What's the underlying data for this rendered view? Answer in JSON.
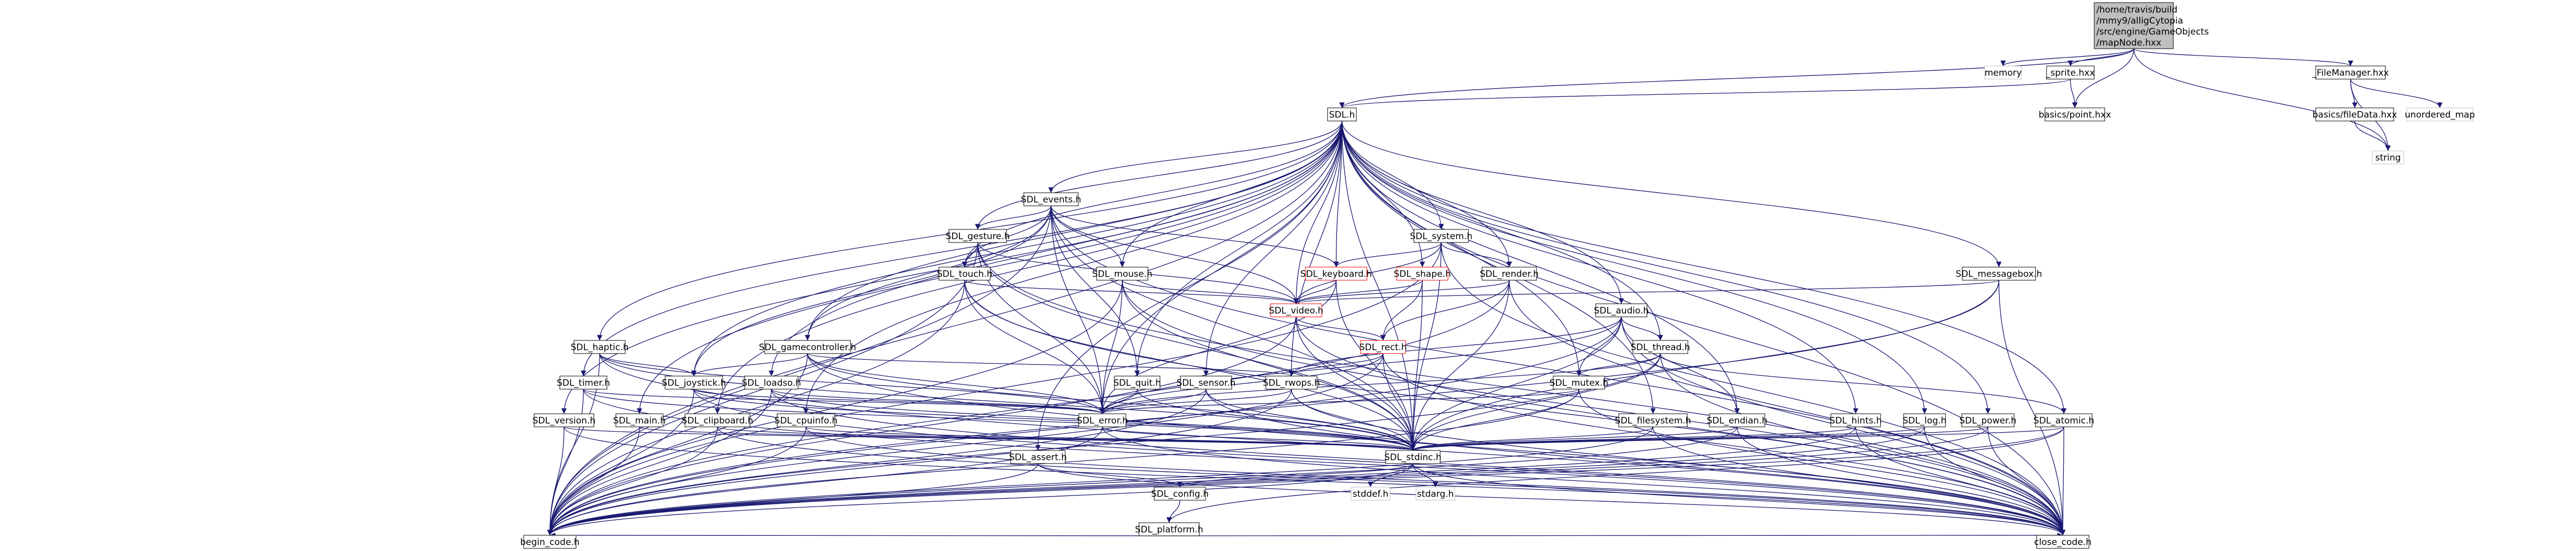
{
  "graph": {
    "colors": {
      "edge": "#191970",
      "root_fill": "#bfbfbf",
      "node_border": "#000000",
      "external_border": "#bfbfbf",
      "truncated_border": "#ff0000"
    },
    "nodes": [
      {
        "id": "root",
        "label": "/home/travis/build/mmy9/alligCytopia/src/engine/GameObjects/mapNode.hxx",
        "kind": "root",
        "lines": [
          "/home/travis/build",
          "/mmy9/alligCytopia",
          "/src/engine/GameObjects",
          "/mapNode.hxx"
        ]
      },
      {
        "id": "memory",
        "label": "memory",
        "kind": "grey"
      },
      {
        "id": "sprite",
        "label": "_sprite.hxx",
        "kind": "normal"
      },
      {
        "id": "filemanager",
        "label": "_FileManager.hxx",
        "kind": "normal"
      },
      {
        "id": "sdl",
        "label": "SDL.h",
        "kind": "normal"
      },
      {
        "id": "basicspoint",
        "label": "basics/point.hxx",
        "kind": "normal"
      },
      {
        "id": "basicsfiledata",
        "label": "basics/fileData.hxx",
        "kind": "normal"
      },
      {
        "id": "unordered_map",
        "label": "unordered_map",
        "kind": "grey"
      },
      {
        "id": "string",
        "label": "string",
        "kind": "grey"
      },
      {
        "id": "events",
        "label": "SDL_events.h",
        "kind": "normal"
      },
      {
        "id": "gesture",
        "label": "SDL_gesture.h",
        "kind": "normal"
      },
      {
        "id": "system",
        "label": "SDL_system.h",
        "kind": "normal"
      },
      {
        "id": "touch",
        "label": "SDL_touch.h",
        "kind": "normal"
      },
      {
        "id": "keyboard",
        "label": "SDL_keyboard.h",
        "kind": "red"
      },
      {
        "id": "shape",
        "label": "SDL_shape.h",
        "kind": "red"
      },
      {
        "id": "render",
        "label": "SDL_render.h",
        "kind": "normal"
      },
      {
        "id": "mouse",
        "label": "SDL_mouse.h",
        "kind": "normal"
      },
      {
        "id": "messagebox",
        "label": "SDL_messagebox.h",
        "kind": "normal"
      },
      {
        "id": "video",
        "label": "SDL_video.h",
        "kind": "red"
      },
      {
        "id": "audio",
        "label": "SDL_audio.h",
        "kind": "normal"
      },
      {
        "id": "rect",
        "label": "SDL_rect.h",
        "kind": "red"
      },
      {
        "id": "haptic",
        "label": "SDL_haptic.h",
        "kind": "normal"
      },
      {
        "id": "gamecontroller",
        "label": "SDL_gamecontroller.h",
        "kind": "normal"
      },
      {
        "id": "thread",
        "label": "SDL_thread.h",
        "kind": "normal"
      },
      {
        "id": "timer",
        "label": "SDL_timer.h",
        "kind": "normal"
      },
      {
        "id": "joystick",
        "label": "SDL_joystick.h",
        "kind": "normal"
      },
      {
        "id": "loadso",
        "label": "SDL_loadso.h",
        "kind": "normal"
      },
      {
        "id": "quit",
        "label": "SDL_quit.h",
        "kind": "normal"
      },
      {
        "id": "sensor",
        "label": "SDL_sensor.h",
        "kind": "normal"
      },
      {
        "id": "rwops",
        "label": "SDL_rwops.h",
        "kind": "normal"
      },
      {
        "id": "mutex",
        "label": "SDL_mutex.h",
        "kind": "normal"
      },
      {
        "id": "version",
        "label": "SDL_version.h",
        "kind": "normal"
      },
      {
        "id": "main",
        "label": "SDL_main.h",
        "kind": "normal"
      },
      {
        "id": "clipboard",
        "label": "SDL_clipboard.h",
        "kind": "normal"
      },
      {
        "id": "cpuinfo",
        "label": "SDL_cpuinfo.h",
        "kind": "normal"
      },
      {
        "id": "error",
        "label": "SDL_error.h",
        "kind": "normal"
      },
      {
        "id": "filesystem",
        "label": "SDL_filesystem.h",
        "kind": "normal"
      },
      {
        "id": "endian",
        "label": "SDL_endian.h",
        "kind": "normal"
      },
      {
        "id": "hints",
        "label": "SDL_hints.h",
        "kind": "normal"
      },
      {
        "id": "log",
        "label": "SDL_log.h",
        "kind": "normal"
      },
      {
        "id": "power",
        "label": "SDL_power.h",
        "kind": "normal"
      },
      {
        "id": "atomic",
        "label": "SDL_atomic.h",
        "kind": "normal"
      },
      {
        "id": "assert",
        "label": "SDL_assert.h",
        "kind": "normal"
      },
      {
        "id": "stdinc",
        "label": "SDL_stdinc.h",
        "kind": "normal"
      },
      {
        "id": "config",
        "label": "SDL_config.h",
        "kind": "normal"
      },
      {
        "id": "stddef",
        "label": "stddef.h",
        "kind": "grey"
      },
      {
        "id": "stdarg",
        "label": "stdarg.h",
        "kind": "grey"
      },
      {
        "id": "platform",
        "label": "SDL_platform.h",
        "kind": "normal"
      },
      {
        "id": "begin",
        "label": "begin_code.h",
        "kind": "normal"
      },
      {
        "id": "close",
        "label": "close_code.h",
        "kind": "normal"
      }
    ],
    "edges": [
      [
        "root",
        "memory"
      ],
      [
        "root",
        "sprite"
      ],
      [
        "root",
        "filemanager"
      ],
      [
        "root",
        "sdl"
      ],
      [
        "root",
        "basicspoint"
      ],
      [
        "root",
        "string"
      ],
      [
        "sprite",
        "sdl"
      ],
      [
        "sprite",
        "basicspoint"
      ],
      [
        "filemanager",
        "basicsfiledata"
      ],
      [
        "filemanager",
        "unordered_map"
      ],
      [
        "filemanager",
        "string"
      ],
      [
        "basicsfiledata",
        "string"
      ],
      [
        "sdl",
        "events"
      ],
      [
        "sdl",
        "system"
      ],
      [
        "sdl",
        "keyboard"
      ],
      [
        "sdl",
        "shape"
      ],
      [
        "sdl",
        "render"
      ],
      [
        "sdl",
        "messagebox"
      ],
      [
        "sdl",
        "video"
      ],
      [
        "sdl",
        "audio"
      ],
      [
        "sdl",
        "haptic"
      ],
      [
        "sdl",
        "gamecontroller"
      ],
      [
        "sdl",
        "thread"
      ],
      [
        "sdl",
        "timer"
      ],
      [
        "sdl",
        "joystick"
      ],
      [
        "sdl",
        "loadso"
      ],
      [
        "sdl",
        "quit"
      ],
      [
        "sdl",
        "sensor"
      ],
      [
        "sdl",
        "rwops"
      ],
      [
        "sdl",
        "mutex"
      ],
      [
        "sdl",
        "version"
      ],
      [
        "sdl",
        "main"
      ],
      [
        "sdl",
        "clipboard"
      ],
      [
        "sdl",
        "cpuinfo"
      ],
      [
        "sdl",
        "error"
      ],
      [
        "sdl",
        "filesystem"
      ],
      [
        "sdl",
        "endian"
      ],
      [
        "sdl",
        "hints"
      ],
      [
        "sdl",
        "log"
      ],
      [
        "sdl",
        "power"
      ],
      [
        "sdl",
        "atomic"
      ],
      [
        "sdl",
        "assert"
      ],
      [
        "sdl",
        "stdinc"
      ],
      [
        "sdl",
        "begin"
      ],
      [
        "sdl",
        "close"
      ],
      [
        "sdl",
        "touch"
      ],
      [
        "sdl",
        "gesture"
      ],
      [
        "sdl",
        "mouse"
      ],
      [
        "events",
        "gesture"
      ],
      [
        "events",
        "touch"
      ],
      [
        "events",
        "keyboard"
      ],
      [
        "events",
        "mouse"
      ],
      [
        "events",
        "video"
      ],
      [
        "events",
        "joystick"
      ],
      [
        "events",
        "gamecontroller"
      ],
      [
        "events",
        "quit"
      ],
      [
        "events",
        "error"
      ],
      [
        "events",
        "stdinc"
      ],
      [
        "events",
        "begin"
      ],
      [
        "events",
        "close"
      ],
      [
        "gesture",
        "touch"
      ],
      [
        "gesture",
        "video"
      ],
      [
        "gesture",
        "error"
      ],
      [
        "gesture",
        "stdinc"
      ],
      [
        "gesture",
        "begin"
      ],
      [
        "gesture",
        "close"
      ],
      [
        "touch",
        "error"
      ],
      [
        "touch",
        "stdinc"
      ],
      [
        "touch",
        "video"
      ],
      [
        "touch",
        "begin"
      ],
      [
        "touch",
        "close"
      ],
      [
        "mouse",
        "video"
      ],
      [
        "mouse",
        "error"
      ],
      [
        "mouse",
        "stdinc"
      ],
      [
        "mouse",
        "begin"
      ],
      [
        "mouse",
        "close"
      ],
      [
        "keyboard",
        "video"
      ],
      [
        "keyboard",
        "error"
      ],
      [
        "keyboard",
        "stdinc"
      ],
      [
        "system",
        "keyboard"
      ],
      [
        "system",
        "render"
      ],
      [
        "system",
        "video"
      ],
      [
        "system",
        "stdinc"
      ],
      [
        "system",
        "begin"
      ],
      [
        "system",
        "close"
      ],
      [
        "shape",
        "video"
      ],
      [
        "shape",
        "rect"
      ],
      [
        "shape",
        "stdinc"
      ],
      [
        "render",
        "video"
      ],
      [
        "render",
        "rect"
      ],
      [
        "render",
        "stdinc"
      ],
      [
        "render",
        "begin"
      ],
      [
        "render",
        "close"
      ],
      [
        "messagebox",
        "video"
      ],
      [
        "messagebox",
        "stdinc"
      ],
      [
        "messagebox",
        "begin"
      ],
      [
        "messagebox",
        "close"
      ],
      [
        "video",
        "rect"
      ],
      [
        "video",
        "stdinc"
      ],
      [
        "video",
        "begin"
      ],
      [
        "video",
        "close"
      ],
      [
        "rect",
        "rwops"
      ],
      [
        "rect",
        "error"
      ],
      [
        "rect",
        "stdinc"
      ],
      [
        "rect",
        "begin"
      ],
      [
        "rect",
        "close"
      ],
      [
        "audio",
        "thread"
      ],
      [
        "audio",
        "mutex"
      ],
      [
        "audio",
        "rwops"
      ],
      [
        "audio",
        "endian"
      ],
      [
        "audio",
        "error"
      ],
      [
        "audio",
        "stdinc"
      ],
      [
        "audio",
        "begin"
      ],
      [
        "audio",
        "close"
      ],
      [
        "haptic",
        "joystick"
      ],
      [
        "haptic",
        "error"
      ],
      [
        "haptic",
        "stdinc"
      ],
      [
        "haptic",
        "begin"
      ],
      [
        "haptic",
        "close"
      ],
      [
        "gamecontroller",
        "joystick"
      ],
      [
        "gamecontroller",
        "rwops"
      ],
      [
        "gamecontroller",
        "error"
      ],
      [
        "gamecontroller",
        "stdinc"
      ],
      [
        "gamecontroller",
        "begin"
      ],
      [
        "gamecontroller",
        "close"
      ],
      [
        "thread",
        "mutex"
      ],
      [
        "thread",
        "atomic"
      ],
      [
        "thread",
        "error"
      ],
      [
        "thread",
        "stdinc"
      ],
      [
        "thread",
        "begin"
      ],
      [
        "thread",
        "close"
      ],
      [
        "timer",
        "error"
      ],
      [
        "timer",
        "stdinc"
      ],
      [
        "timer",
        "begin"
      ],
      [
        "timer",
        "close"
      ],
      [
        "joystick",
        "error"
      ],
      [
        "joystick",
        "stdinc"
      ],
      [
        "joystick",
        "begin"
      ],
      [
        "joystick",
        "close"
      ],
      [
        "loadso",
        "error"
      ],
      [
        "loadso",
        "stdinc"
      ],
      [
        "loadso",
        "begin"
      ],
      [
        "loadso",
        "close"
      ],
      [
        "quit",
        "error"
      ],
      [
        "quit",
        "stdinc"
      ],
      [
        "sensor",
        "error"
      ],
      [
        "sensor",
        "stdinc"
      ],
      [
        "sensor",
        "begin"
      ],
      [
        "sensor",
        "close"
      ],
      [
        "rwops",
        "error"
      ],
      [
        "rwops",
        "stdinc"
      ],
      [
        "rwops",
        "begin"
      ],
      [
        "rwops",
        "close"
      ],
      [
        "mutex",
        "error"
      ],
      [
        "mutex",
        "stdinc"
      ],
      [
        "mutex",
        "begin"
      ],
      [
        "mutex",
        "close"
      ],
      [
        "version",
        "stdinc"
      ],
      [
        "version",
        "begin"
      ],
      [
        "version",
        "close"
      ],
      [
        "main",
        "stdinc"
      ],
      [
        "main",
        "begin"
      ],
      [
        "clipboard",
        "stdinc"
      ],
      [
        "clipboard",
        "begin"
      ],
      [
        "clipboard",
        "close"
      ],
      [
        "cpuinfo",
        "stdinc"
      ],
      [
        "cpuinfo",
        "begin"
      ],
      [
        "cpuinfo",
        "close"
      ],
      [
        "error",
        "stdinc"
      ],
      [
        "error",
        "begin"
      ],
      [
        "error",
        "close"
      ],
      [
        "filesystem",
        "stdinc"
      ],
      [
        "filesystem",
        "begin"
      ],
      [
        "filesystem",
        "close"
      ],
      [
        "endian",
        "stdinc"
      ],
      [
        "endian",
        "begin"
      ],
      [
        "endian",
        "close"
      ],
      [
        "hints",
        "stdinc"
      ],
      [
        "hints",
        "begin"
      ],
      [
        "hints",
        "close"
      ],
      [
        "log",
        "stdinc"
      ],
      [
        "log",
        "begin"
      ],
      [
        "log",
        "close"
      ],
      [
        "power",
        "stdinc"
      ],
      [
        "power",
        "begin"
      ],
      [
        "power",
        "close"
      ],
      [
        "atomic",
        "stdinc"
      ],
      [
        "atomic",
        "platform"
      ],
      [
        "atomic",
        "begin"
      ],
      [
        "atomic",
        "close"
      ],
      [
        "assert",
        "config"
      ],
      [
        "assert",
        "begin"
      ],
      [
        "assert",
        "close"
      ],
      [
        "stdinc",
        "config"
      ],
      [
        "stdinc",
        "stddef"
      ],
      [
        "stdinc",
        "stdarg"
      ],
      [
        "stdinc",
        "begin"
      ],
      [
        "stdinc",
        "close"
      ],
      [
        "config",
        "platform"
      ],
      [
        "platform",
        "begin"
      ],
      [
        "platform",
        "close"
      ]
    ]
  }
}
